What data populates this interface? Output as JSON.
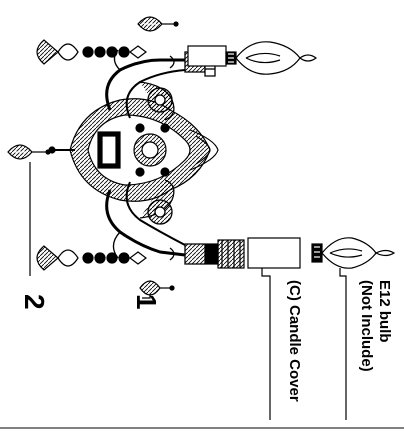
{
  "labels": {
    "bulb_line1": "E12 bulb",
    "bulb_line2": "(Not Include)",
    "candle_cover": "(C) Candle Cover",
    "part1": "1",
    "part2": "2"
  },
  "colors": {
    "ink": "#000000",
    "paper": "#ffffff"
  }
}
